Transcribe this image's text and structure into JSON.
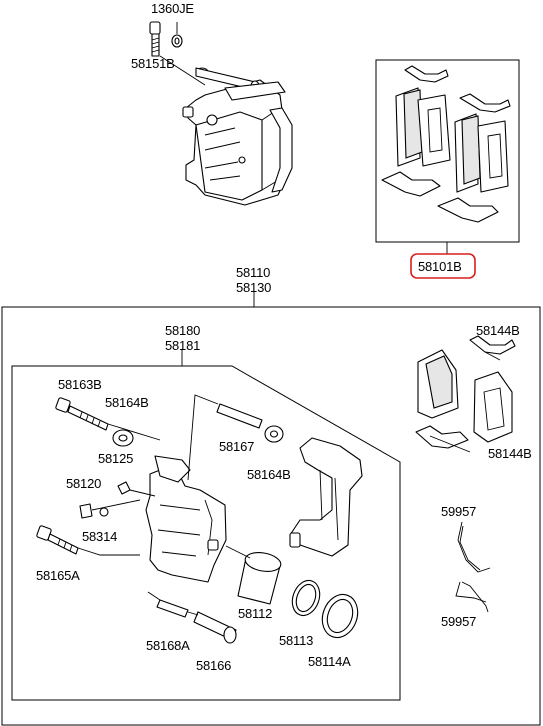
{
  "labels": {
    "p1360je": "1360JE",
    "p58151b": "58151B",
    "p58101b": "58101B",
    "p58110": "58110",
    "p58130": "58130",
    "p58180": "58180",
    "p58181": "58181",
    "p58144b_top": "58144B",
    "p58144b_bottom": "58144B",
    "p58163b": "58163B",
    "p58164b_left": "58164B",
    "p58167": "58167",
    "p58125": "58125",
    "p58164b_right": "58164B",
    "p58120": "58120",
    "p58314": "58314",
    "p59957_top": "59957",
    "p58165a": "58165A",
    "p58112": "58112",
    "p59957_bottom": "59957",
    "p58168a": "58168A",
    "p58113": "58113",
    "p58166": "58166",
    "p58114a": "58114A"
  },
  "colors": {
    "highlight": "#d91e1e",
    "line": "#000000",
    "background": "#ffffff"
  }
}
